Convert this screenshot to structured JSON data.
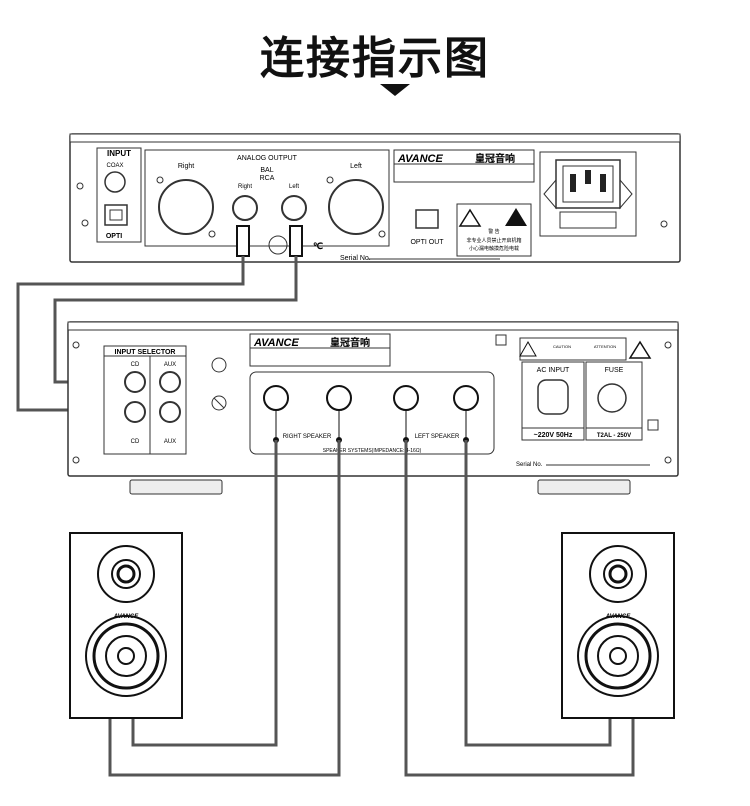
{
  "title": "连接指示图",
  "top_unit": {
    "input_label": "INPUT",
    "coax_label": "COAX",
    "opti_label": "OPTI",
    "analog_output_label": "ANALOG OUTPUT",
    "bal_label": "BAL",
    "rca_label": "RCA",
    "right_label": "Right",
    "left_label": "Left",
    "rca_right_label": "Right",
    "rca_left_label": "Left",
    "brand": "AVANCE",
    "brand_cn": "皇冠音响",
    "opti_out_label": "OPTI OUT",
    "warning_text_1": "非专业人员禁止开启机箱",
    "warning_text_2": "小心漏电触摸危险电载",
    "warning_title": "警 告",
    "serial_label": "Serial No."
  },
  "amplifier": {
    "input_selector_label": "INPUT SELECTOR",
    "cd_label": "CD",
    "aux_label": "AUX",
    "brand": "AVANCE",
    "brand_cn": "皇冠音响",
    "right_speaker_label": "RIGHT\nSPEAKER",
    "left_speaker_label": "LEFT\nSPEAKER",
    "speaker_systems_label": "SPEAKER SYSTEMS(IMPEDANCE: 4-16Ω)",
    "ac_input_label": "AC INPUT",
    "ac_voltage": "~220V 50Hz",
    "fuse_label": "FUSE",
    "fuse_rating": "T2AL - 250V",
    "caution_label": "CAUTION",
    "attention_label": "ATTENTION",
    "serial_label": "Serial No."
  },
  "speakers": {
    "brand": "AVANCE"
  }
}
